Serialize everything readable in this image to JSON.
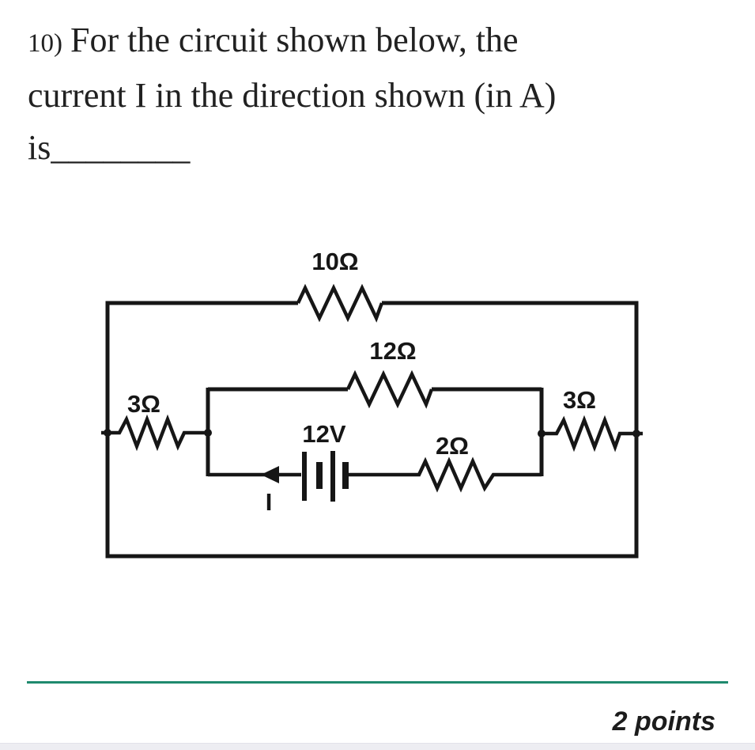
{
  "question": {
    "number_prefix": "10)",
    "line1": "For the circuit shown below, the",
    "line2": "current I in the direction shown (in A)",
    "line3": "is________"
  },
  "circuit": {
    "labels": {
      "top_resistor": "10Ω",
      "middle_resistor": "12Ω",
      "left_resistor": "3Ω",
      "right_resistor": "3Ω",
      "bottom_resistor": "2Ω",
      "battery": "12V",
      "current": "I"
    }
  },
  "footer": {
    "points": "2 points",
    "divider_color": "#1f8a6e"
  }
}
